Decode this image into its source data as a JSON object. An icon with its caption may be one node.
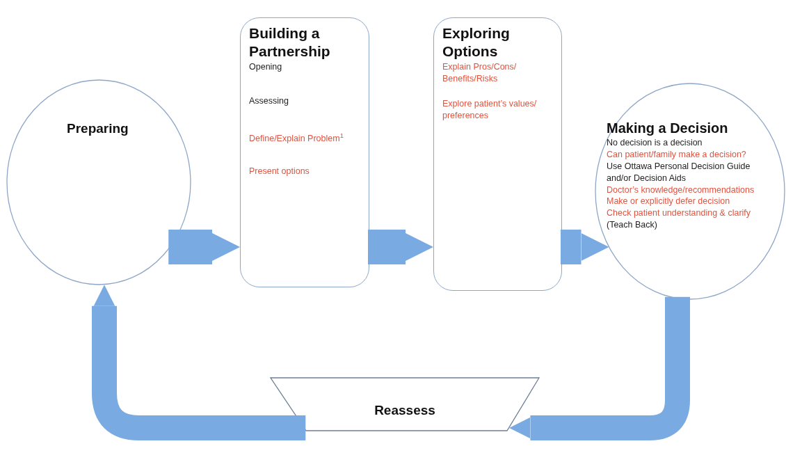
{
  "diagram": {
    "nodes": [
      {
        "text": [
          "Preparing"
        ]
      },
      {
        "text": [
          "Building a Partnership",
          "Opening",
          "Assessing",
          "Define/Explain Problem$^{1}$",
          "Present options"
        ]
      },
      {
        "text": [
          "Exploring Options",
          "Explain Pros/Cons/ Benefits/Risks",
          "Explore patient’s values/ preferences"
        ]
      },
      {
        "text": [
          "Making a Decision",
          "No decision is a decision",
          "Can patient/family make a decision?",
          "Use Ottawa Personal Decision  Guide and/or Decision Aids",
          "Doctor’s knowledge/recommendations",
          "Make or explicitly defer decision",
          "Check patient understanding & clarify",
          "(Teach Back)"
        ]
      },
      {
        "text": [
          "Reassess"
        ]
      }
    ],
    "edges": [
      {
        "from": 0,
        "to": 1,
        "arrow": "to"
      },
      {
        "from": 1,
        "to": 2,
        "arrow": "to"
      },
      {
        "from": 2,
        "to": 3,
        "arrow": "to"
      },
      {
        "from": 3,
        "to": 4,
        "arrow": "to"
      },
      {
        "from": 4,
        "to": 0,
        "arrow": "to"
      }
    ]
  }
}
